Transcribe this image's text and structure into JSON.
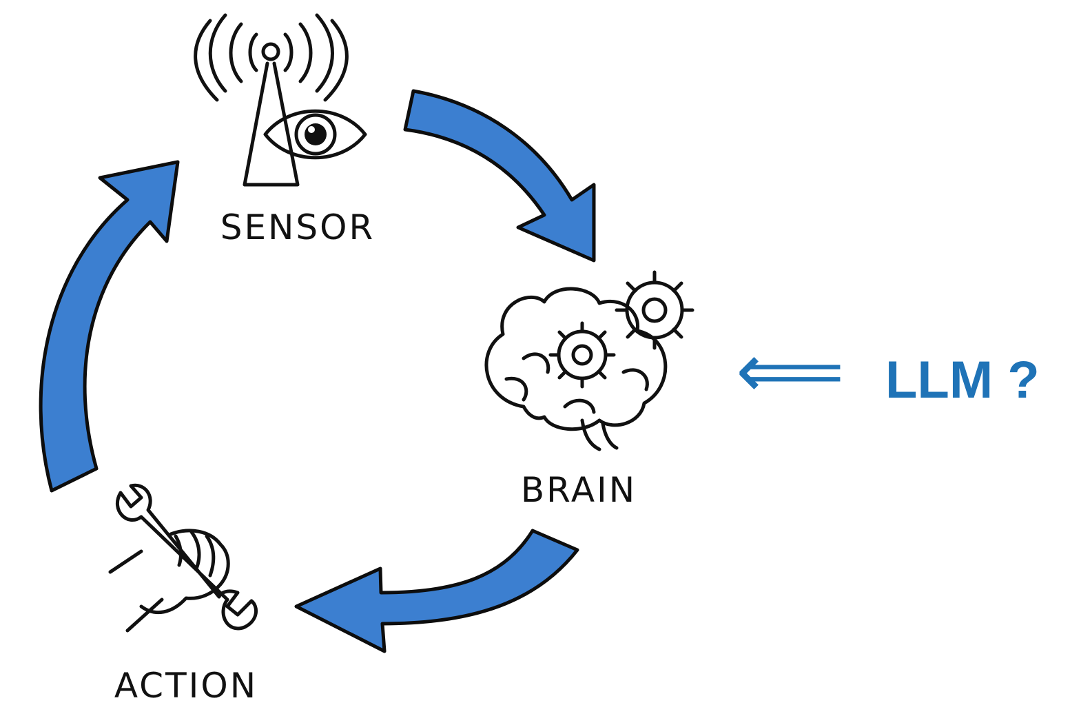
{
  "labels": {
    "sensor": "SENSOR",
    "brain": "BRAIN",
    "action": "ACTION"
  },
  "annotation": {
    "arrow_glyph": "⟸",
    "text": "LLM ?"
  },
  "colors": {
    "arrow_blue": "#3c7fd0",
    "annotation_blue": "#1f73b7",
    "ink": "#111111"
  },
  "icons": {
    "sensor": "antenna-eye-icon",
    "brain": "brain-gears-icon",
    "action": "hand-wrench-icon"
  }
}
